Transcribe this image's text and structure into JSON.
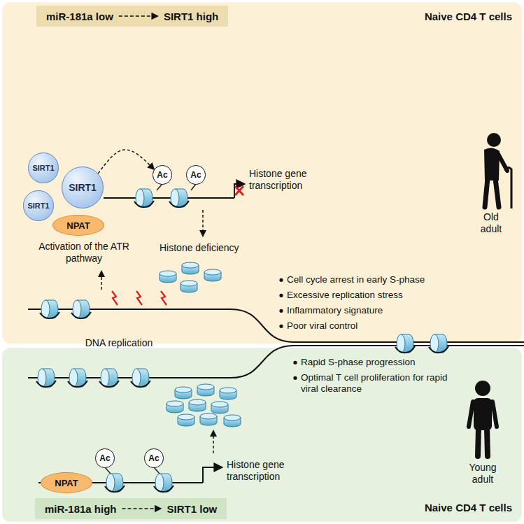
{
  "diagram": {
    "nodes": [
      {
        "text": [
          "Naive CD4 T cells"
        ]
      },
      {
        "text": [
          "miR-181a low",
          "SIRT1 high"
        ],
        "in": 0
      },
      {
        "text": [
          "SIRT1"
        ],
        "in": 0
      },
      {
        "text": [
          "SIRT1"
        ],
        "in": 0
      },
      {
        "text": [
          "SIRT1"
        ],
        "in": 0
      },
      {
        "text": [
          "NPAT"
        ],
        "in": 0
      },
      {
        "text": [
          "Ac"
        ],
        "in": 0
      },
      {
        "text": [
          "Ac"
        ],
        "in": 0
      },
      {
        "text": [
          "Naive CD4 T cells"
        ]
      },
      {
        "text": [
          "NPAT"
        ],
        "in": 8
      },
      {
        "text": [
          "Ac"
        ],
        "in": 8
      },
      {
        "text": [
          "Ac"
        ],
        "in": 8
      },
      {
        "text": [
          "miR-181a high",
          "SIRT1 low"
        ],
        "in": 8
      }
    ],
    "edges": [
      {
        "from": 3,
        "to": 6,
        "arrow": "to"
      }
    ],
    "labels": [
      "Histone gene transcription",
      "Old adult",
      "Activation of the ATR pathway",
      "Histone deficiency",
      "Cell cycle arrest in early S-phase",
      "Excessive replication stress",
      "Inflammatory signature",
      "Poor viral control",
      "DNA replication",
      "Rapid S-phase progression",
      "Optimal T cell proliferation for rapid viral clearance",
      "Histone gene transcription",
      "Young adult"
    ]
  }
}
